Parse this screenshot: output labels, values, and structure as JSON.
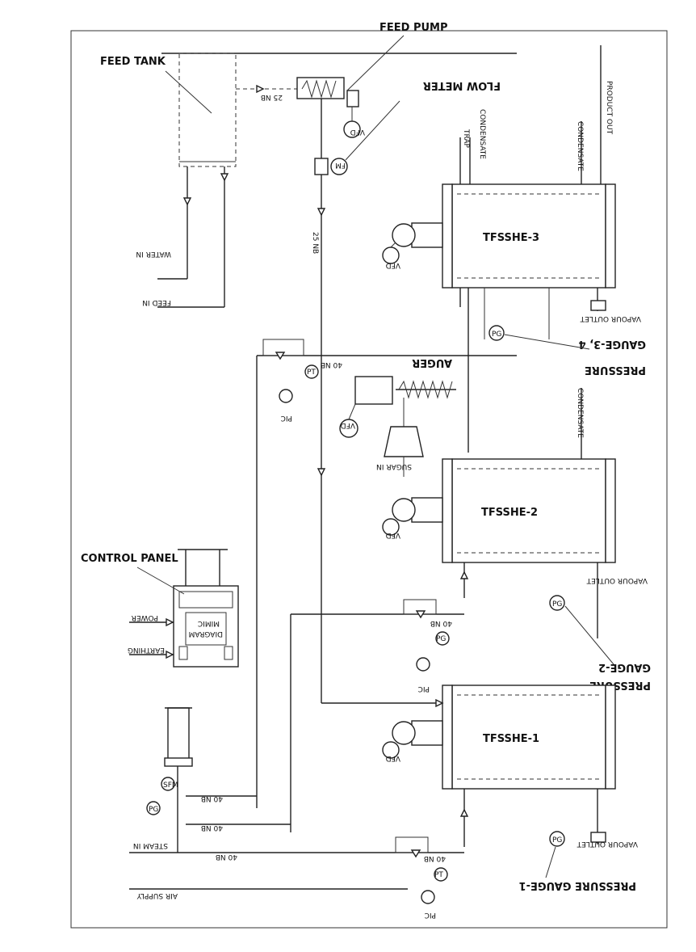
{
  "labels": {
    "feed_tank": "FEED TANK",
    "feed_pump": "FEED PUMP",
    "flow_meter": "FLOW METER",
    "tfsshe1": "TFSSHE-1",
    "tfsshe2": "TFSSHE-2",
    "tfsshe3": "TFSSHE-3",
    "auger": "AUGER",
    "control_panel": "CONTROL PANEL",
    "power": "POWER",
    "earthing": "EARTHING",
    "steam_in": "STEAM IN",
    "air_supply": "AIR SUPPLY",
    "water_in": "WATER IN",
    "feed_in": "FEED IN",
    "sugar_in": "SUGAR IN",
    "pressure_gauge_1": "PRESSURE GAUGE-1",
    "pressure_gauge_2_line1": "PRESSURE",
    "pressure_gauge_2_line2": "GAUGE-2",
    "pressure_gauge_34_line1": "PRESSURE",
    "pressure_gauge_34_line2": "GAUGE-3, 4",
    "vapour_outlet": "VAPOUR OUTLET",
    "vfd": "VFD",
    "pg": "PG",
    "pt": "PT",
    "pic": "PIC",
    "fm": "FM",
    "nb40": "40 NB",
    "nb25": "25 NB",
    "mimic_line1": "MIMIC",
    "mimic_line2": "DIAGRAM",
    "condensate": "CONDENSATE",
    "product_out": "PRODUCT OUT",
    "trap": "TRAP",
    "sfm": "SFM"
  }
}
